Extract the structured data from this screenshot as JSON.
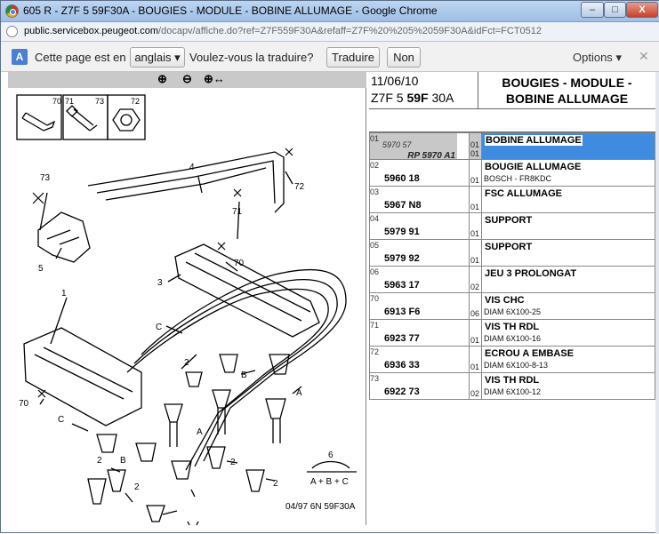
{
  "window": {
    "title": "605 R - Z7F 5 59F30A - BOUGIES - MODULE - BOBINE ALLUMAGE - Google Chrome",
    "min_label": "–",
    "max_label": "□",
    "close_label": "X"
  },
  "address": {
    "domain": "public.servicebox.peugeot.com",
    "path": "/docapv/affiche.do?ref=Z7F559F30A&refaff=Z7F%20%205%2059F30A&idFct=FCT0512"
  },
  "translate_bar": {
    "icon": "translate-icon",
    "lead_text": "Cette page est en",
    "language": "anglais",
    "question": "Voulez-vous la traduire?",
    "translate_button": "Traduire",
    "no_button": "Non",
    "options": "Options",
    "close": "✕"
  },
  "zoom_toolbar": {
    "zoom_in": "⊕",
    "zoom_out": "⊖",
    "pan": "⊕↔"
  },
  "diagram": {
    "footer_code": "04/97  6N 59F30A",
    "kit_label": "6",
    "kit_formula": "A + B + C",
    "detail_boxes": [
      "70",
      "71",
      "73",
      "72"
    ],
    "callouts": [
      "73",
      "5",
      "4",
      "71",
      "72",
      "3",
      "70",
      "C",
      "1",
      "2",
      "B",
      "A",
      "70",
      "C",
      "2",
      "B",
      "2",
      "2",
      "A",
      "2"
    ]
  },
  "header": {
    "date": "11/06/10",
    "ref_prefix": "Z7F 5 ",
    "ref_bold": "59F",
    "ref_suffix": " 30A",
    "title_line1": "BOUGIES - MODULE -",
    "title_line2": "BOBINE ALLUMAGE"
  },
  "parts": [
    {
      "idx": "01",
      "num": "",
      "code": "",
      "alt1": "5970 57",
      "alt2": "RP 5970 A1",
      "qty": "01",
      "qty_alt": "01",
      "name": "BOBINE ALLUMAGE",
      "sub": "",
      "selected": true
    },
    {
      "idx": "02",
      "code": "5960 18",
      "qty": "01",
      "name": "BOUGIE ALLUMAGE",
      "sub": "BOSCH - FR8KDC"
    },
    {
      "idx": "03",
      "code": "5967 N8",
      "qty": "01",
      "name": "FSC ALLUMAGE",
      "sub": ""
    },
    {
      "idx": "04",
      "code": "5979 91",
      "qty": "01",
      "name": "SUPPORT",
      "sub": ""
    },
    {
      "idx": "05",
      "code": "5979 92",
      "qty": "01",
      "name": "SUPPORT",
      "sub": ""
    },
    {
      "idx": "06",
      "code": "5963 17",
      "qty": "02",
      "name": "JEU 3 PROLONGAT",
      "sub": ""
    },
    {
      "idx": "70",
      "code": "6913 F6",
      "qty": "06",
      "name": "VIS CHC",
      "sub": "DIAM 6X100-25"
    },
    {
      "idx": "71",
      "code": "6923 77",
      "qty": "01",
      "name": "VIS TH RDL",
      "sub": "DIAM 6X100-16"
    },
    {
      "idx": "72",
      "code": "6936 33",
      "qty": "01",
      "name": "ECROU A EMBASE",
      "sub": "DIAM 6X100-8-13"
    },
    {
      "idx": "73",
      "code": "6922 73",
      "qty": "02",
      "name": "VIS TH RDL",
      "sub": "DIAM 6X100-12"
    }
  ]
}
